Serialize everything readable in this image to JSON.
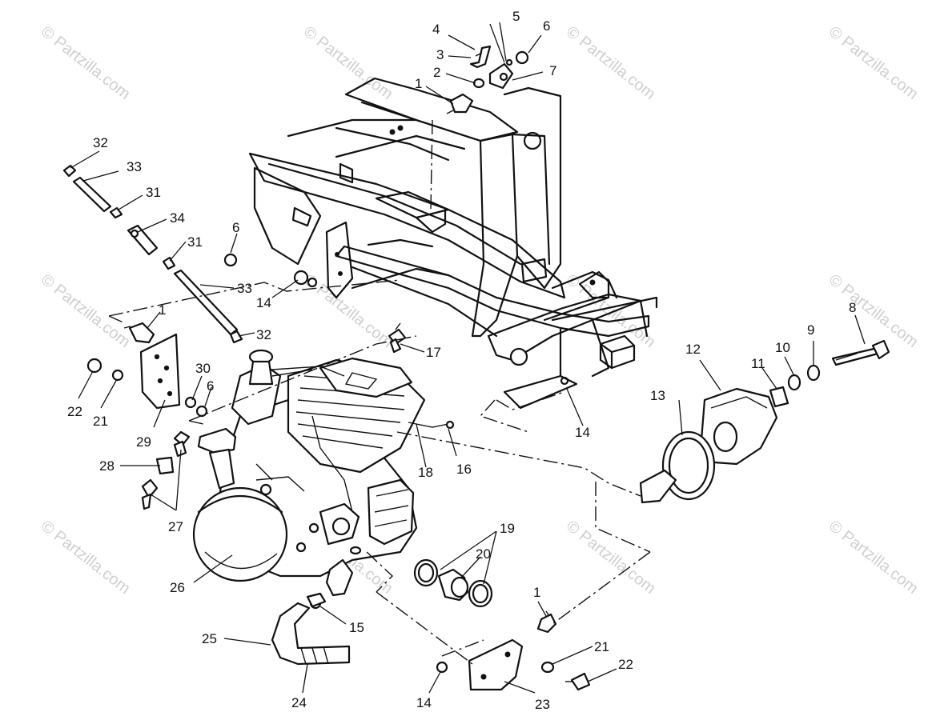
{
  "watermark": {
    "text": "© Partzilla.com",
    "color": "#cfcfcf"
  },
  "callouts": {
    "c1_top": "1",
    "c2": "2",
    "c3": "3",
    "c4": "4",
    "c5": "5",
    "c6_top": "6",
    "c7": "7",
    "c8": "8",
    "c9": "9",
    "c10": "10",
    "c11": "11",
    "c12": "12",
    "c13": "13",
    "c14_mid": "14",
    "c14_right": "14",
    "c14_bottom": "14",
    "c15": "15",
    "c16": "16",
    "c17": "17",
    "c18": "18",
    "c19": "19",
    "c20": "20",
    "c21_left": "21",
    "c21_bottom": "21",
    "c22_left": "22",
    "c22_bottom": "22",
    "c23": "23",
    "c24": "24",
    "c25": "25",
    "c26": "26",
    "c27": "27",
    "c28": "28",
    "c29": "29",
    "c30": "30",
    "c6_mid": "6",
    "c6_left": "6",
    "c31_a": "31",
    "c31_b": "31",
    "c32_top": "32",
    "c32_mid": "32",
    "c33_top": "33",
    "c33_mid": "33",
    "c34": "34",
    "c1_left": "1",
    "c1_bottom": "1"
  }
}
